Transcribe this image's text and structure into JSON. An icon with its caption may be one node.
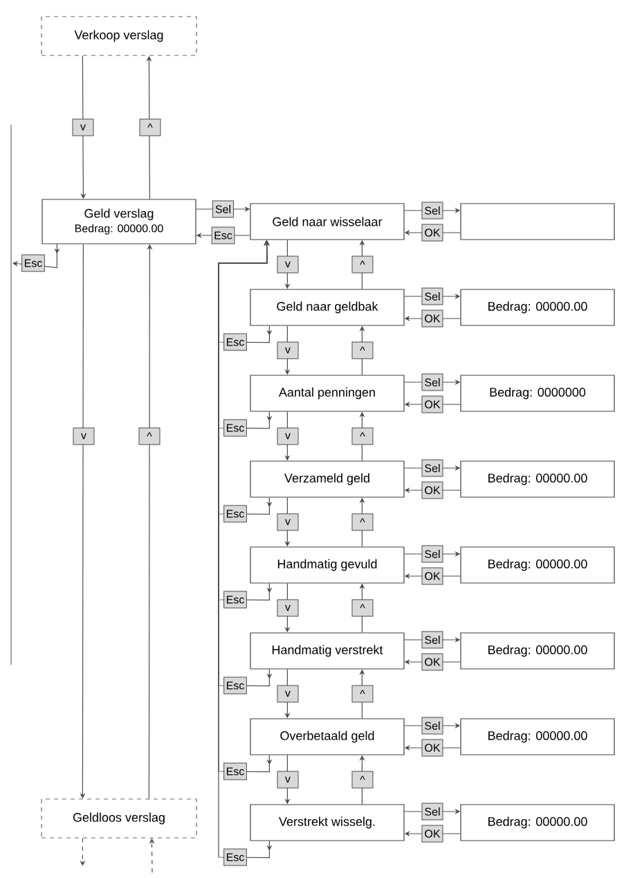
{
  "diagram": {
    "nodes": [
      {
        "text": [
          "Verkoop verslag"
        ]
      },
      {
        "text": [
          "Geld verslag",
          "Bedrag: 00000.00"
        ]
      },
      {
        "text": [
          "Geld naar wisselaar"
        ]
      },
      {
        "text": [],
        "shape": "box"
      },
      {
        "text": [
          "Geld naar geldbak"
        ]
      },
      {
        "text": [
          "Bedrag: 00000.00"
        ]
      },
      {
        "text": [
          "Aantal penningen"
        ]
      },
      {
        "text": [
          "Bedrag: 0000000"
        ]
      },
      {
        "text": [
          "Verzameld geld"
        ]
      },
      {
        "text": [
          "Bedrag: 00000.00"
        ]
      },
      {
        "text": [
          "Handmatig gevuld"
        ]
      },
      {
        "text": [
          "Bedrag: 00000.00"
        ]
      },
      {
        "text": [
          "Handmatig verstrekt"
        ]
      },
      {
        "text": [
          "Bedrag: 00000.00"
        ]
      },
      {
        "text": [
          "Overbetaald geld"
        ]
      },
      {
        "text": [
          "Bedrag: 00000.00"
        ]
      },
      {
        "text": [
          "Verstrekt wisselg."
        ]
      },
      {
        "text": [
          "Bedrag: 00000.00"
        ]
      },
      {
        "text": [
          "Geldloos verslag"
        ]
      }
    ],
    "edges": [
      {
        "from": 0,
        "to": 1,
        "arrow": "to",
        "label": "v"
      },
      {
        "from": 1,
        "to": 0,
        "arrow": "to",
        "label": "^"
      },
      {
        "from": 1,
        "to": 2,
        "arrow": "to",
        "label": "Sel"
      },
      {
        "from": 2,
        "to": 1,
        "arrow": "to",
        "label": "Esc"
      },
      {
        "from": 1,
        "to": null,
        "arrow": "to",
        "label": "Esc"
      },
      {
        "from": 1,
        "to": 18,
        "arrow": "to",
        "label": "v"
      },
      {
        "from": 18,
        "to": 1,
        "arrow": "to",
        "label": "^"
      },
      {
        "from": 18,
        "to": null,
        "arrow": "to",
        "style": "dashed"
      },
      {
        "from": null,
        "to": 18,
        "arrow": "to",
        "style": "dashed"
      },
      {
        "from": 2,
        "to": 3,
        "arrow": "to",
        "label": "Sel"
      },
      {
        "from": 3,
        "to": 2,
        "arrow": "to",
        "label": "OK"
      },
      {
        "from": 2,
        "to": 4,
        "arrow": "to",
        "label": "v"
      },
      {
        "from": 4,
        "to": 2,
        "arrow": "to",
        "label": "^"
      },
      {
        "from": 4,
        "to": 5,
        "arrow": "to",
        "label": "Sel"
      },
      {
        "from": 5,
        "to": 4,
        "arrow": "to",
        "label": "OK"
      },
      {
        "from": 4,
        "to": 2,
        "arrow": "to",
        "label": "Esc"
      },
      {
        "from": 4,
        "to": 6,
        "arrow": "to",
        "label": "v"
      },
      {
        "from": 6,
        "to": 4,
        "arrow": "to",
        "label": "^"
      },
      {
        "from": 6,
        "to": 7,
        "arrow": "to",
        "label": "Sel"
      },
      {
        "from": 7,
        "to": 6,
        "arrow": "to",
        "label": "OK"
      },
      {
        "from": 6,
        "to": 2,
        "arrow": "to",
        "label": "Esc"
      },
      {
        "from": 6,
        "to": 8,
        "arrow": "to",
        "label": "v"
      },
      {
        "from": 8,
        "to": 6,
        "arrow": "to",
        "label": "^"
      },
      {
        "from": 8,
        "to": 9,
        "arrow": "to",
        "label": "Sel"
      },
      {
        "from": 9,
        "to": 8,
        "arrow": "to",
        "label": "OK"
      },
      {
        "from": 8,
        "to": 2,
        "arrow": "to",
        "label": "Esc"
      },
      {
        "from": 8,
        "to": 10,
        "arrow": "to",
        "label": "v"
      },
      {
        "from": 10,
        "to": 8,
        "arrow": "to",
        "label": "^"
      },
      {
        "from": 10,
        "to": 11,
        "arrow": "to",
        "label": "Sel"
      },
      {
        "from": 11,
        "to": 10,
        "arrow": "to",
        "label": "OK"
      },
      {
        "from": 10,
        "to": 2,
        "arrow": "to",
        "label": "Esc"
      },
      {
        "from": 10,
        "to": 12,
        "arrow": "to",
        "label": "v"
      },
      {
        "from": 12,
        "to": 10,
        "arrow": "to",
        "label": "^"
      },
      {
        "from": 12,
        "to": 13,
        "arrow": "to",
        "label": "Sel"
      },
      {
        "from": 13,
        "to": 12,
        "arrow": "to",
        "label": "OK"
      },
      {
        "from": 12,
        "to": 2,
        "arrow": "to",
        "label": "Esc"
      },
      {
        "from": 12,
        "to": 14,
        "arrow": "to",
        "label": "v"
      },
      {
        "from": 14,
        "to": 12,
        "arrow": "to",
        "label": "^"
      },
      {
        "from": 14,
        "to": 15,
        "arrow": "to",
        "label": "Sel"
      },
      {
        "from": 15,
        "to": 14,
        "arrow": "to",
        "label": "OK"
      },
      {
        "from": 14,
        "to": 2,
        "arrow": "to",
        "label": "Esc"
      },
      {
        "from": 14,
        "to": 16,
        "arrow": "to",
        "label": "v"
      },
      {
        "from": 16,
        "to": 14,
        "arrow": "to",
        "label": "^"
      },
      {
        "from": 16,
        "to": 17,
        "arrow": "to",
        "label": "Sel"
      },
      {
        "from": 17,
        "to": 16,
        "arrow": "to",
        "label": "OK"
      },
      {
        "from": 16,
        "to": 2,
        "arrow": "to",
        "label": "Esc"
      }
    ]
  }
}
